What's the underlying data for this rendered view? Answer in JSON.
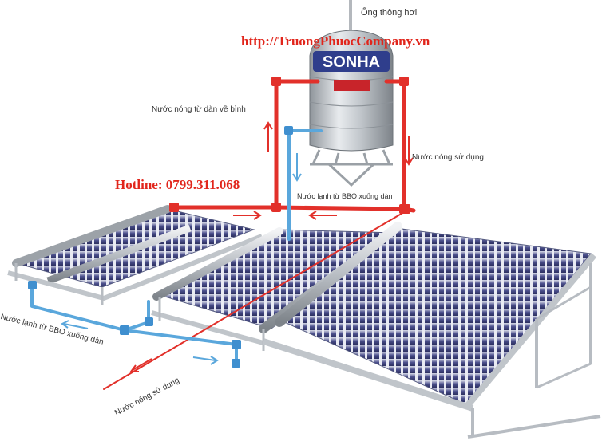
{
  "website_url": "http://TruongPhuocCompany.vn",
  "hotline": "Hotline: 0799.311.068",
  "tank_brand": "SONHA",
  "colors": {
    "hot_pipe": "#e2302a",
    "cold_pipe": "#5aa7dc",
    "tank_steel": "#c9ced3",
    "tube_dark": "#3c3f7a",
    "frame_steel": "#b7bcc2",
    "brand_blue": "#2f3e8c",
    "accent_red": "#e1251b"
  },
  "labels": {
    "vent_pipe": "Ống thông hơi",
    "hot_to_tank": "Nước nóng từ dàn về bình",
    "hot_usage_right": "Nước nóng sử dụng",
    "cold_to_panels_top": "Nước lạnh từ BBO xuống dàn",
    "cold_to_panels_left": "Nước lạnh từ BBO xuống dàn",
    "hot_usage_bottom": "Nước nóng sử dụng"
  }
}
